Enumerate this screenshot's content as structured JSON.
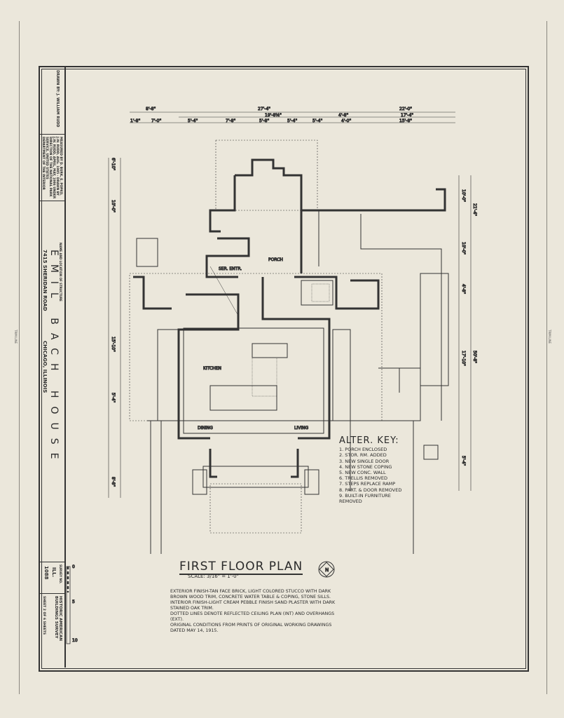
{
  "title_block": {
    "drawn_by": "DRAWN BY: J. WILLIAM RUDD",
    "measured_by": "MEASURED BY D. BURK, E. POPKO, J.W. RUDD, AUG. 1985 - DRAWN BY J.W. RUDD, APRIL, MAY, 1986",
    "direction": "UNDER DIRECTION OF THE NATIONAL PARK SERVICE, UNITED STATES DEPARTMENT OF THE INTERIOR",
    "name_location_label": "NAME AND LOCATION OF STRUCTURE",
    "structure_name": "EMIL BACH HOUSE",
    "address": "7415 SHERIDAN ROAD",
    "city": "CHICAGO, ILLINOIS",
    "survey_label": "SURVEY NO.",
    "survey_state": "ILL.",
    "survey_number": "1088",
    "agency": "HISTORIC AMERICAN BUILDINGS SURVEY",
    "sheet": "SHEET 2 OF 6 SHEETS",
    "scale_bar_labels": [
      "0",
      "5",
      "10"
    ]
  },
  "margins": {
    "trim_line": "TRIM LINE"
  },
  "plan": {
    "title": "FIRST FLOOR PLAN",
    "scale": "SCALE: 3/16\" = 1'-0\"",
    "north": "N",
    "rooms": {
      "porch": "PORCH",
      "service_entry": "SER. ENTR.",
      "kitchen": "KITCHEN",
      "dining": "DINING",
      "living": "LIVING"
    },
    "dims_top_row1": [
      "8'-8\"",
      "27'-4\"",
      "22'-0\""
    ],
    "dims_top_row2": [
      "19'-8½\"",
      "4'-8\"",
      "17'-4\""
    ],
    "dims_top_row3": [
      "1'-8\"",
      "7'-0\"",
      "5'-4\"",
      "7'-8\"",
      "5'-8\"",
      "5'-4\"",
      "5'-4\"",
      "4'-0\"",
      "15'-8\""
    ],
    "dims_right": [
      "10'-0\"",
      "21'-4\"",
      "10'-0\"",
      "4'-8\"",
      "17'-10\"",
      "50'-8\"",
      "5'-4\""
    ],
    "dims_left": [
      "6'-10\"",
      "10'-0\"",
      "15'-10\"",
      "5'-4\"",
      "8'-8\""
    ]
  },
  "alter_key": {
    "title": "ALTER. KEY:",
    "items": [
      "1. PORCH ENCLOSED",
      "2. STOR. RM. ADDED",
      "3. NEW SINGLE DOOR",
      "4. NEW STONE COPING",
      "5. NEW CONC. WALL",
      "6. TRELLIS REMOVED",
      "7. STEPS REPLACE RAMP",
      "8. PART. & DOOR REMOVED",
      "9. BUILT-IN FURNITURE REMOVED"
    ]
  },
  "notes": [
    "EXTERIOR FINISH-TAN FACE BRICK, LIGHT COLORED STUCCO WITH DARK BROWN WOOD TRIM, CONCRETE WATER TABLE & COPING, STONE SILLS.",
    "INTERIOR FINISH-LIGHT CREAM PEBBLE FINISH SAND PLASTER WITH DARK STAINED OAK TRIM.",
    "DOTTED LINES DENOTE REFLECTED CEILING PLAN (INT) AND OVERHANGS (EXT).",
    "ORIGINAL CONDITIONS FROM PRINTS OF ORIGINAL WORKING DRAWINGS DATED MAY 14, 1915."
  ]
}
